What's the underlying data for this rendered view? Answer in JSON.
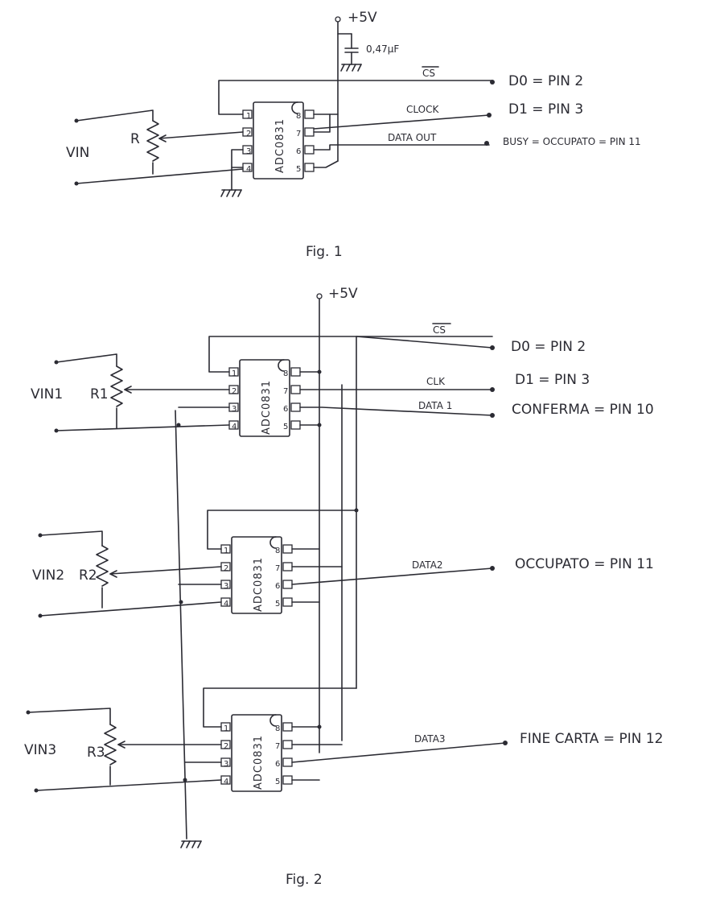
{
  "fig1": {
    "caption": "Fig. 1",
    "supply": "+5V",
    "cap": "0,47µF",
    "vin": "VIN",
    "pot": "R",
    "chip": "ADC0831",
    "sig_cs": "CS",
    "sig_clock": "CLOCK",
    "sig_data": "DATA OUT",
    "out_cs": "D0 = PIN 2",
    "out_clk": "D1 = PIN 3",
    "out_data": "BUSY = OCCUPATO = PIN 11"
  },
  "fig2": {
    "caption": "Fig. 2",
    "supply": "+5V",
    "chip": "ADC0831",
    "sig_cs": "CS",
    "sig_clk": "CLK",
    "sig_data1": "DATA 1",
    "sig_data2": "DATA2",
    "sig_data3": "DATA3",
    "out_cs": "D0 = PIN 2",
    "out_clk": "D1 = PIN 3",
    "out_data1": "CONFERMA = PIN 10",
    "out_data2": "OCCUPATO = PIN 11",
    "out_data3": "FINE CARTA = PIN 12",
    "vin1": "VIN1",
    "vin2": "VIN2",
    "vin3": "VIN3",
    "r1": "R1",
    "r2": "R2",
    "r3": "R3"
  },
  "pins": {
    "p1": "1",
    "p2": "2",
    "p3": "3",
    "p4": "4",
    "p5": "5",
    "p6": "6",
    "p7": "7",
    "p8": "8"
  }
}
